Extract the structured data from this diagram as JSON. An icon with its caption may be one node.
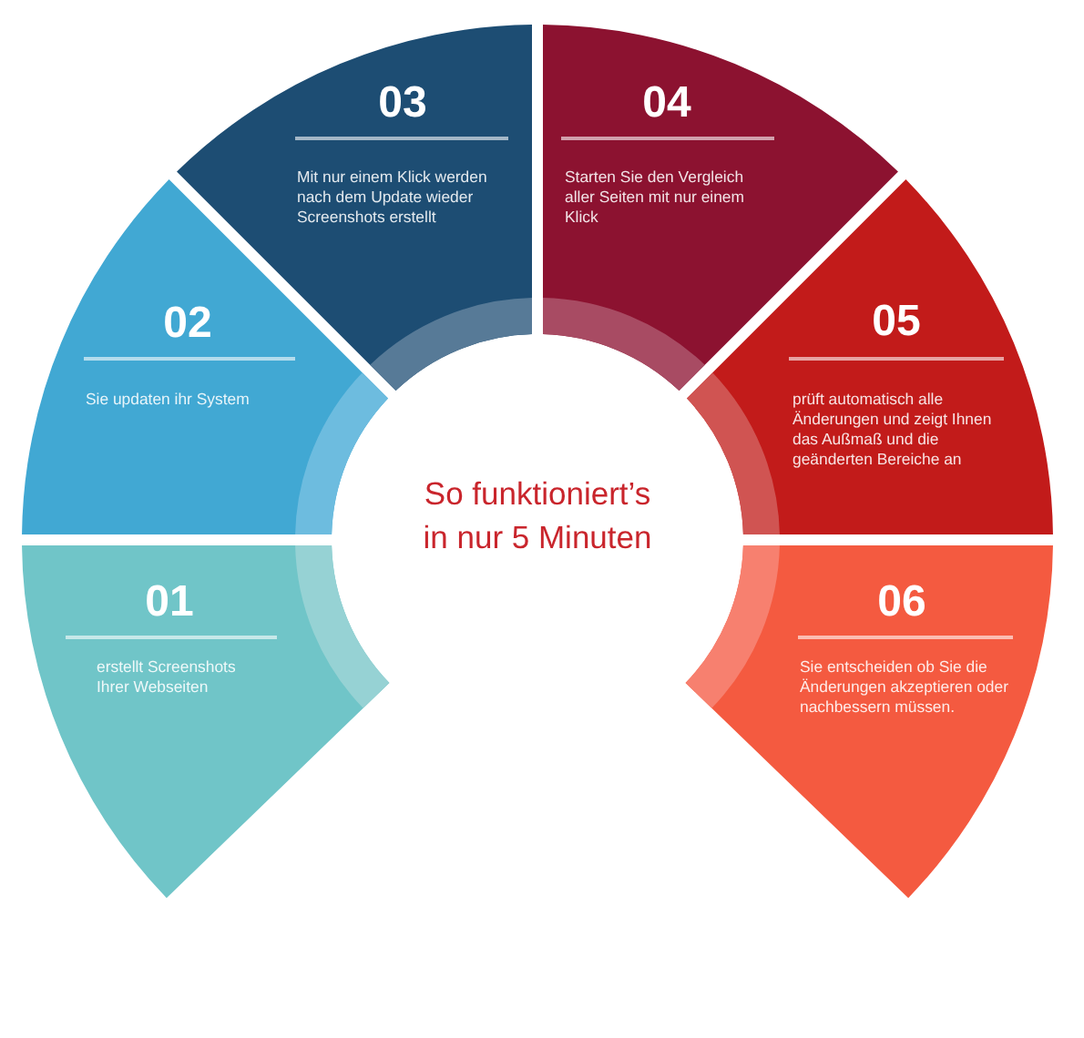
{
  "diagram": {
    "title": "So funktioniert’s in nur 5 Minuten",
    "nodes": [
      {
        "text": [
          "01",
          "erstellt Screenshots Ihrer Webseiten"
        ]
      },
      {
        "text": [
          "02",
          "Sie updaten ihr System"
        ]
      },
      {
        "text": [
          "03",
          "Mit nur einem Klick werden nach dem Update wieder Screenshots erstellt"
        ]
      },
      {
        "text": [
          "04",
          "Starten Sie den Vergleich aller Seiten mit nur einem Klick"
        ]
      },
      {
        "text": [
          "05",
          "prüft automatisch alle Änderungen und zeigt Ihnen das Außmaß und die geänderten Bereiche an"
        ]
      },
      {
        "text": [
          "06",
          "Sie entscheiden ob Sie die Änderungen akzeptieren oder nachbessern müssen."
        ]
      }
    ]
  }
}
